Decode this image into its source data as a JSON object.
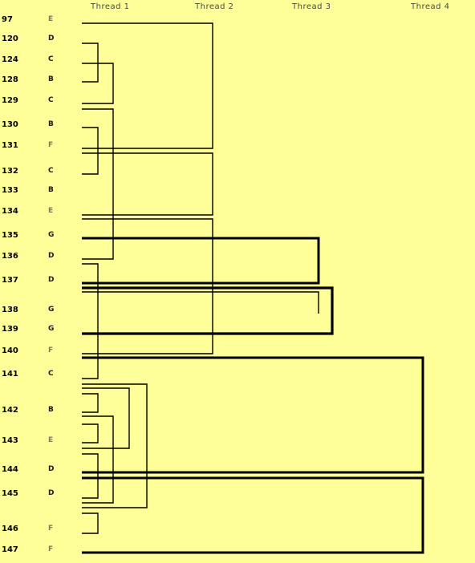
{
  "threads": [
    "Thread 1",
    "Thread 2",
    "Thread 3",
    "Thread 4"
  ],
  "rows": [
    {
      "num": "97",
      "letter": "E"
    },
    {
      "num": "120",
      "letter": "D"
    },
    {
      "num": "124",
      "letter": "C"
    },
    {
      "num": "128",
      "letter": "B"
    },
    {
      "num": "129",
      "letter": "C"
    },
    {
      "num": "130",
      "letter": "B"
    },
    {
      "num": "131",
      "letter": "F"
    },
    {
      "num": "132",
      "letter": "C"
    },
    {
      "num": "133",
      "letter": "B"
    },
    {
      "num": "134",
      "letter": "E"
    },
    {
      "num": "135",
      "letter": "G"
    },
    {
      "num": "136",
      "letter": "D"
    },
    {
      "num": "137",
      "letter": "D"
    },
    {
      "num": "138",
      "letter": "G"
    },
    {
      "num": "139",
      "letter": "G"
    },
    {
      "num": "140",
      "letter": "F"
    },
    {
      "num": "141",
      "letter": "C"
    },
    {
      "num": "142",
      "letter": "B"
    },
    {
      "num": "143",
      "letter": "E"
    },
    {
      "num": "144",
      "letter": "D"
    },
    {
      "num": "145",
      "letter": "D"
    },
    {
      "num": "146",
      "letter": "F"
    },
    {
      "num": "147",
      "letter": "F"
    }
  ],
  "letter_colors": {
    "B": "#1a1a1a",
    "C": "#1a1a1a",
    "D": "#1a1a1a",
    "E": "#7a7a6a",
    "F": "#7a7a6a",
    "G": "#1a1a1a"
  },
  "line_color": "#000000"
}
